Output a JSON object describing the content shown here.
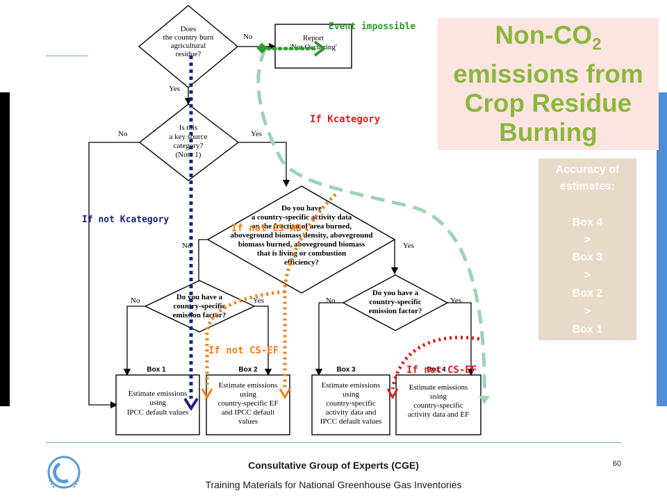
{
  "title": {
    "line1_main": "Non-CO",
    "line1_sub": "2",
    "line2": "emissions from",
    "line3": "Crop Residue",
    "line4": "Burning"
  },
  "accuracy": {
    "heading1": "Accuracy of",
    "heading2": "estimates:",
    "items": [
      "Box 4",
      ">",
      "Box 3",
      ">",
      "Box 2",
      ">",
      "Box 1"
    ]
  },
  "flowchart": {
    "q1": [
      "Does",
      "the country burn",
      "agricultural",
      "residue?"
    ],
    "report": [
      "Report",
      "'Not Occurring'"
    ],
    "q2": [
      "Is this",
      "a key source",
      "category?",
      "(Note 1)"
    ],
    "q3": [
      "Do you have",
      "a country-specific activity data",
      "on the fraction of area burned,",
      "aboveground biomass density, aboveground",
      "biomass burned, aboveground biomass",
      "that is living or combustion",
      "efficiency?"
    ],
    "q4": [
      "Do you have a",
      "country-specific",
      "emission factor?"
    ],
    "q5": [
      "Do you have a",
      "country-specific",
      "emission factor?"
    ],
    "yes": "Yes",
    "no": "No",
    "boxes": [
      {
        "label": "Box 1",
        "text": [
          "Estimate emissions",
          "using",
          "IPCC default values"
        ]
      },
      {
        "label": "Box 2",
        "text": [
          "Estimate emissions",
          "using",
          "country-specific EF",
          "and IPCC default",
          "values"
        ]
      },
      {
        "label": "Box 3",
        "text": [
          "Estimate emissions",
          "using",
          "country-specific",
          "activity data and",
          "IPCC default values"
        ]
      },
      {
        "label": "Box 4",
        "text": [
          "Estimate emissions",
          "using",
          "country-specific",
          "activity data and EF"
        ]
      }
    ]
  },
  "annotations": {
    "event_impossible": "Event impossible",
    "if_kcategory": "If Kcategory",
    "if_not_kcategory": "If not Kcategory",
    "if_not_cs_ad": "If not CS-AD",
    "if_not_cs_ef_left": "If not CS-EF",
    "if_not_cs_ef_right": "If not CS-EF"
  },
  "colors": {
    "title_green": "#8cb63c",
    "title_bg": "#fce4e0",
    "accuracy_bg": "#e8dac8",
    "navy": "#1a237e",
    "orange": "#f07f1a",
    "red": "#d81e1e",
    "mint": "#9fd3b5",
    "green": "#2f9a2f",
    "right_bar": "#4f8dd9"
  },
  "footer": {
    "org": "Consultative Group of Experts (CGE)",
    "subtitle": "Training Materials for National Greenhouse Gas Inventories",
    "page": "60"
  }
}
